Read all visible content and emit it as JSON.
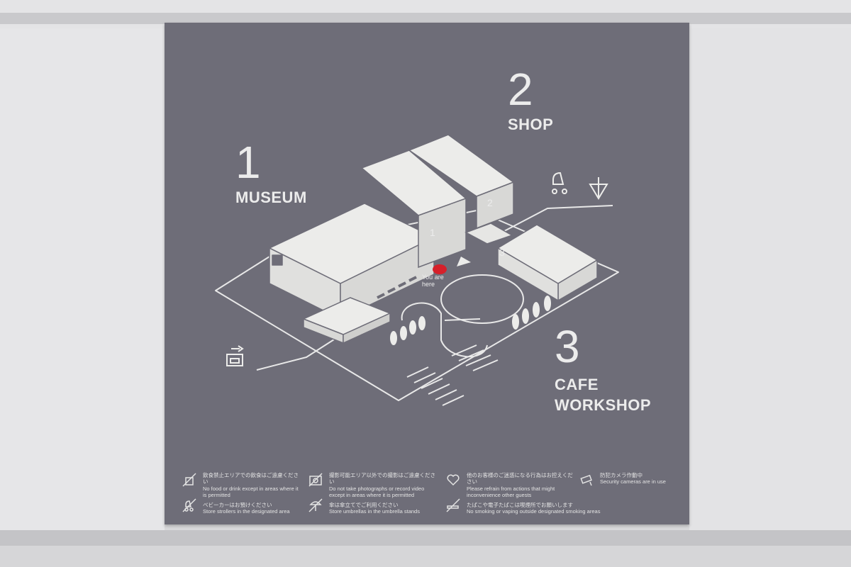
{
  "areas": {
    "museum": {
      "number": "1",
      "name": "MUSEUM"
    },
    "shop": {
      "number": "2",
      "name": "SHOP"
    },
    "cafe": {
      "number": "3",
      "line1": "CAFE",
      "line2": "WORKSHOP"
    }
  },
  "map": {
    "building_numbers": {
      "museum": "1",
      "shop": "2",
      "cafe": "3"
    },
    "you_are_here": "You are here"
  },
  "notices": [
    {
      "icon": "no-food-icon",
      "jp": "飲食禁止エリアでの飲食はご遠慮ください",
      "en": "No food or drink except in areas where it is permitted"
    },
    {
      "icon": "no-photo-icon",
      "jp": "撮影可能エリア以外での撮影はご遠慮ください",
      "en": "Do not take photographs or record video except in areas where it is permitted"
    },
    {
      "icon": "heart-icon",
      "jp": "他のお客様のご迷惑になる行為はお控えください",
      "en": "Please refrain from actions that might inconvenience other guests"
    },
    {
      "icon": "security-camera-icon",
      "jp": "防犯カメラ作動中",
      "en": "Security cameras are in use"
    },
    {
      "icon": "no-stroller-icon",
      "jp": "ベビーカーはお預けください",
      "en": "Store strollers in the designated area"
    },
    {
      "icon": "no-umbrella-icon",
      "jp": "傘は傘立てでご利用ください",
      "en": "Store umbrellas in the umbrella stands"
    },
    {
      "icon": "no-smoking-icon",
      "jp": "たばこや電子たばこは喫煙所でお願いします",
      "en": "No smoking or vaping outside designated smoking areas"
    }
  ],
  "colors": {
    "panel": "#6e6d78",
    "line": "#e8e8e8",
    "building": "#e6e6e4",
    "marker": "#d6202a"
  }
}
